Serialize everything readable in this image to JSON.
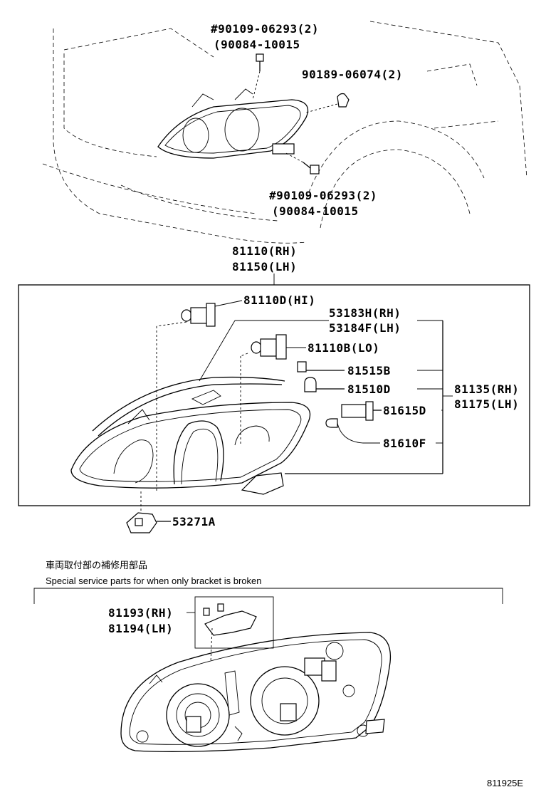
{
  "diagram_code": "811925E",
  "top_section": {
    "bolt_upper": {
      "line1": "#90109-06293(2)",
      "line2": "(90084-10015"
    },
    "clip": {
      "label": "90189-06074(2)"
    },
    "bolt_lower": {
      "line1": "#90109-06293(2)",
      "line2": "(90084-10015"
    },
    "assembly": {
      "line1": "81110(RH)",
      "line2": "81150(LH)"
    }
  },
  "exploded_box": {
    "hi_bulb": "81110D(HI)",
    "cover": {
      "line1": "53183H(RH)",
      "line2": "53184F(LH)"
    },
    "lo_bulb": "81110B(LO)",
    "socket_small": "81515B",
    "bulb_small": "81510D",
    "socket_side": "81615D",
    "bulb_side": "81610F",
    "unit": {
      "line1": "81135(RH)",
      "line2": "81175(LH)"
    },
    "bracket": "53271A"
  },
  "service_section": {
    "title_jp": "車両取付部の補修用部品",
    "title_en": "Special service parts for when only bracket is broken",
    "repair_kit": {
      "line1": "81193(RH)",
      "line2": "81194(LH)"
    }
  }
}
